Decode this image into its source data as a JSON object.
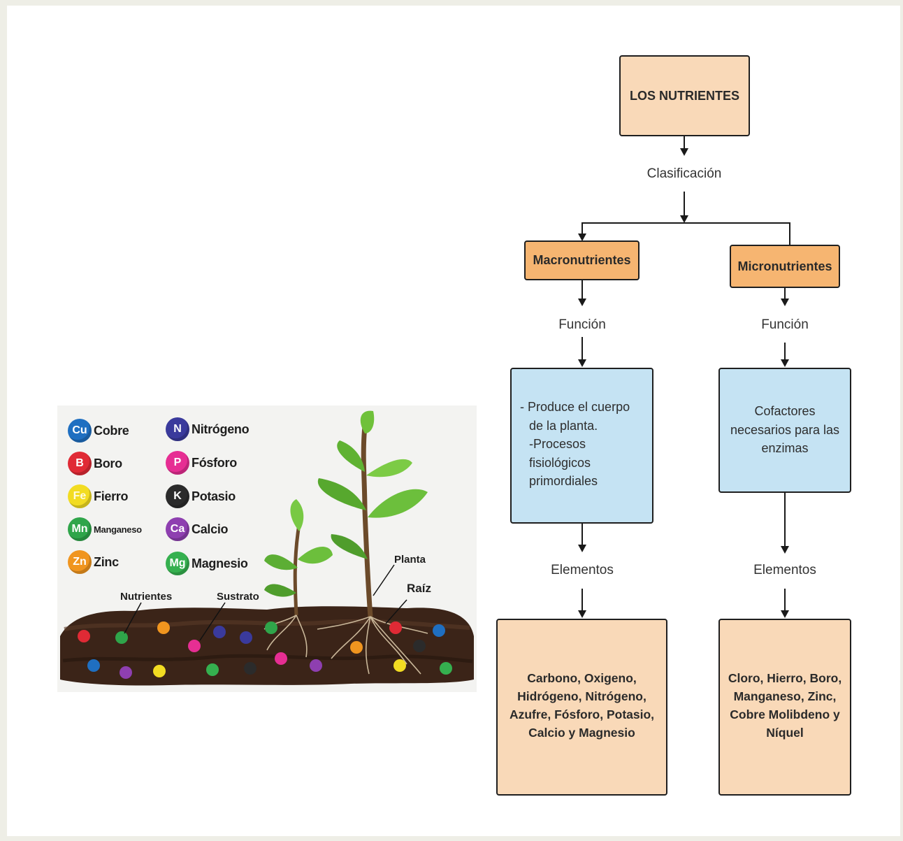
{
  "concept_map": {
    "root": "LOS NUTRIENTES",
    "classification_label": "Clasificación",
    "branches": [
      {
        "title": "Macronutrientes",
        "function_label": "Función",
        "function_lines": [
          "- Produce el cuerpo",
          "de la planta.",
          "-Procesos",
          "fisiológicos",
          "primordiales"
        ],
        "elements_label": "Elementos",
        "elements_lines": [
          "Carbono, Oxigeno,",
          "Hidrógeno, Nitrógeno,",
          "Azufre, Fósforo, Potasio,",
          "Calcio y Magnesio"
        ]
      },
      {
        "title": "Micronutrientes",
        "function_label": "Función",
        "function_lines": [
          "Cofactores",
          "necesarios para las",
          "enzimas"
        ],
        "elements_label": "Elementos",
        "elements_lines": [
          "Cloro, Hierro, Boro,",
          "Manganeso, Zinc,",
          "Cobre Molibdeno y",
          "Níquel"
        ]
      }
    ]
  },
  "illustration": {
    "legend": [
      {
        "symbol": "Cu",
        "name": "Cobre",
        "color": "#1f6fc1"
      },
      {
        "symbol": "B",
        "name": "Boro",
        "color": "#e02a35"
      },
      {
        "symbol": "Fe",
        "name": "Fierro",
        "color": "#f2dc22"
      },
      {
        "symbol": "Mn",
        "name": "Manganeso",
        "color": "#2fa54a"
      },
      {
        "symbol": "Zn",
        "name": "Zinc",
        "color": "#f0951f"
      },
      {
        "symbol": "N",
        "name": "Nitrógeno",
        "color": "#3a3a9c"
      },
      {
        "symbol": "P",
        "name": "Fósforo",
        "color": "#e62e93"
      },
      {
        "symbol": "K",
        "name": "Potasio",
        "color": "#2b2b2b"
      },
      {
        "symbol": "Ca",
        "name": "Calcio",
        "color": "#8e3fb0"
      },
      {
        "symbol": "Mg",
        "name": "Magnesio",
        "color": "#35b04f"
      }
    ],
    "labels": {
      "nutrients": "Nutrientes",
      "substrate": "Sustrato",
      "plant": "Planta",
      "root": "Raíz"
    }
  }
}
